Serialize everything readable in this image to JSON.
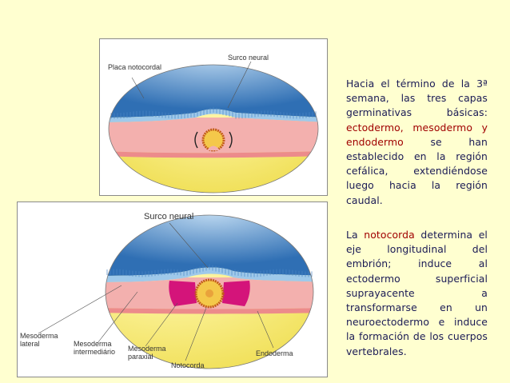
{
  "diagram_top": {
    "labels": {
      "placa_notocordal": "Placa notocordal",
      "surco_neural": "Surco neural"
    }
  },
  "diagram_bottom": {
    "labels": {
      "surco_neural": "Surco neural",
      "mesoderma_lateral_1": "Mesoderma",
      "mesoderma_lateral_2": "lateral",
      "mesoderma_intermedio_1": "Mesoderma",
      "mesoderma_intermedio_2": "intermediário",
      "mesoderma_paraxial_1": "Mesoderma",
      "mesoderma_paraxial_2": "paraxial",
      "notocorda": "Notocorda",
      "endoderma": "Endoderma"
    }
  },
  "paragraph1": {
    "text_a": "Hacia el término de la 3ª semana, las tres capas germinativas básicas: ",
    "highlight": "ectodermo, mesodermo y endodermo",
    "text_b": " se han establecido en la región cefálica, extendiéndose luego hacia la región caudal."
  },
  "paragraph2": {
    "text_a": "La ",
    "highlight": "notocorda",
    "text_b": " determina el eje longitudinal del embrión; induce al ectodermo superficial suprayacente a transformarse en un neuroectodermo e induce la formación de los cuerpos vertebrales."
  },
  "colors": {
    "background": "#ffffd0",
    "ectoderm": "#6fa8dc",
    "mesoderm": "#f2a6a6",
    "endoderm": "#f5e96a",
    "paraxial_mesoderm": "#d4147a",
    "highlight_text": "#a00000"
  }
}
